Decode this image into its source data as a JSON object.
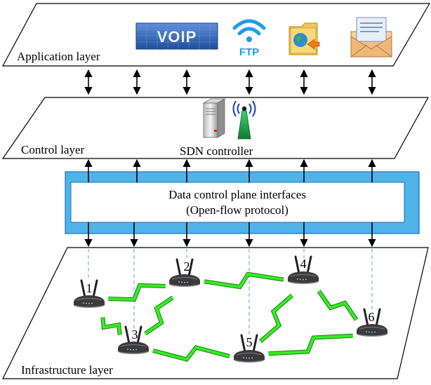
{
  "layers": {
    "application": {
      "label": "Application layer"
    },
    "control": {
      "label": "Control layer",
      "controller_label": "SDN controller"
    },
    "interface": {
      "title": "Data control plane interfaces",
      "subtitle": "(Open-flow protocol)"
    },
    "infrastructure": {
      "label": "Infrastructure layer"
    }
  },
  "apps": [
    {
      "name": "voip-app-icon",
      "text": "VOIP"
    },
    {
      "name": "ftp-app-icon",
      "text": "FTP"
    },
    {
      "name": "browser-folder-icon"
    },
    {
      "name": "email-icon"
    }
  ],
  "routers": [
    {
      "id": "1",
      "label": "1"
    },
    {
      "id": "2",
      "label": "2"
    },
    {
      "id": "3",
      "label": "3"
    },
    {
      "id": "4",
      "label": "4"
    },
    {
      "id": "5",
      "label": "5"
    },
    {
      "id": "6",
      "label": "6"
    }
  ],
  "wireless_links": [
    {
      "from": "1",
      "to": "2"
    },
    {
      "from": "1",
      "to": "3"
    },
    {
      "from": "2",
      "to": "3"
    },
    {
      "from": "2",
      "to": "4"
    },
    {
      "from": "3",
      "to": "5"
    },
    {
      "from": "4",
      "to": "5"
    },
    {
      "from": "4",
      "to": "6"
    },
    {
      "from": "5",
      "to": "6"
    }
  ],
  "colors": {
    "interface_band": "#4fb3ea",
    "wireless_link": "#33ee22",
    "dashed_link": "#5f9fd6",
    "ftp_blue": "#1e9be9",
    "voip_blue": "#2c63b8"
  }
}
